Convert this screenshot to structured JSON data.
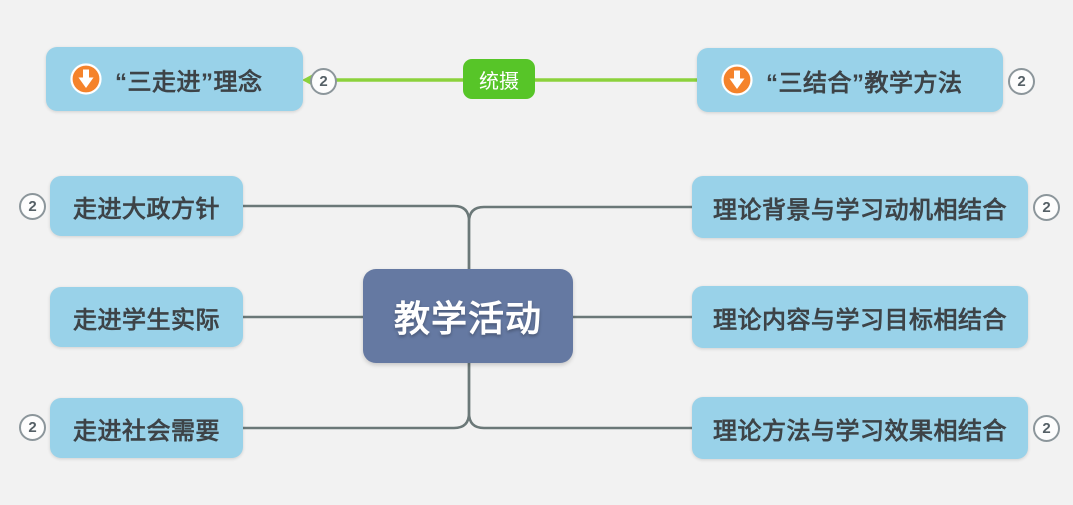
{
  "root": {
    "label": "教学活动"
  },
  "relationship": {
    "label": "统摄"
  },
  "top_nodes": [
    {
      "label": "“三走进”理念",
      "badge": "2",
      "icon": "arrow-down-marker"
    },
    {
      "label": "“三结合”教学方法",
      "badge": "2",
      "icon": "arrow-down-marker"
    }
  ],
  "left_branches": [
    {
      "label": "走进大政方针",
      "badge": "2"
    },
    {
      "label": "走进学生实际"
    },
    {
      "label": "走进社会需要",
      "badge": "2"
    }
  ],
  "right_branches": [
    {
      "label": "理论背景与学习动机相结合",
      "badge": "2"
    },
    {
      "label": "理论内容与学习目标相结合"
    },
    {
      "label": "理论方法与学习效果相结合",
      "badge": "2"
    }
  ],
  "colors": {
    "canvas_bg": "#f2f2f2",
    "node_blue": "#99d2e9",
    "node_text": "#3d4347",
    "center_bg": "#6579a2",
    "center_text": "#ffffff",
    "connector": "#6b7878",
    "green_line": "#8cd23c",
    "green_label_bg": "#57c528",
    "marker_orange": "#f5832b",
    "badge_border": "#8c969b",
    "badge_text": "#556066"
  }
}
